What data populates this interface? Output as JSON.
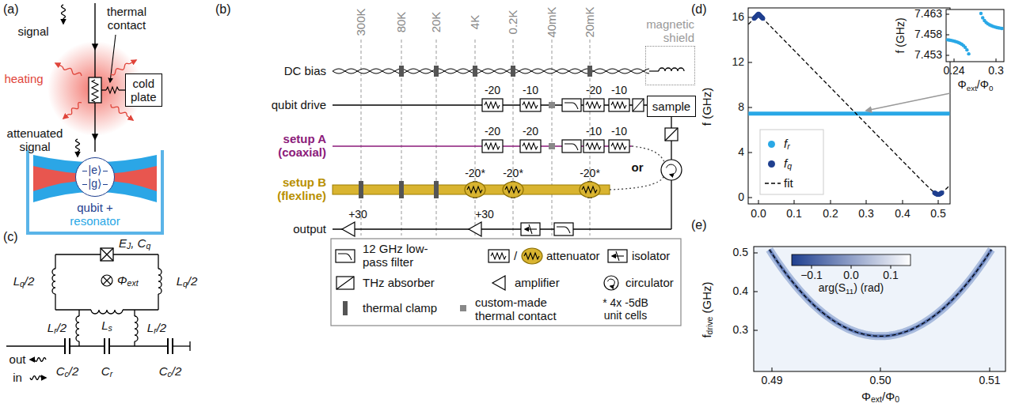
{
  "diagram": {
    "nodes": [
      {
        "text": [
          "cold plate"
        ]
      },
      {
        "text": [
          "|e⟩",
          "|g⟩"
        ]
      },
      {
        "text": [
          "magnetic shield"
        ]
      },
      {
        "text": [
          "sample"
        ]
      }
    ],
    "labels": [
      "(a)",
      "signal",
      "thermal contact",
      "heating",
      "attenuated signal",
      "qubit +",
      "resonator",
      "(b)",
      "300K",
      "80K",
      "20K",
      "4K",
      "0.2K",
      "40mK",
      "20mK",
      "DC bias",
      "qubit drive",
      "setup A (coaxial)",
      "setup B (flexline)",
      "output",
      "or",
      "-20",
      "-10",
      "-20",
      "-10",
      "-20",
      "-20",
      "-10",
      "-10",
      "-20*",
      "-20*",
      "-20*",
      "+30",
      "+30",
      "/",
      "* 4x -5dB unit cells",
      "(c)",
      "EJ, Cq",
      "Φext",
      "Lq/2",
      "Lq/2",
      "Lr/2",
      "Ls",
      "Lr/2",
      "out",
      "in",
      "Cc/2",
      "Cr",
      "Cc/2",
      "(d)",
      "16",
      "12",
      "8",
      "4",
      "0",
      "0.0",
      "0.1",
      "0.2",
      "0.3",
      "0.4",
      "0.5",
      "f (GHz)",
      "7.463",
      "7.458",
      "7.453",
      "f (GHz)",
      "0.24",
      "0.3",
      "Φext/Φ0",
      "(e)",
      "0.5",
      "0.4",
      "0.3",
      "fdrive (GHz)",
      "0.49",
      "0.50",
      "0.51",
      "Φext/Φ0",
      "−0.1",
      "0.0",
      "0.1",
      "arg(S11) (rad)"
    ],
    "legend": [
      {
        "text": "12 GHz low-pass filter"
      },
      {
        "text": "attenuator"
      },
      {
        "text": "isolator"
      },
      {
        "text": "THz absorber"
      },
      {
        "text": "amplifier"
      },
      {
        "text": "circulator"
      },
      {
        "text": "thermal clamp"
      },
      {
        "text": "custom-made thermal contact"
      },
      {
        "text": "fr",
        "color": "#29a8e6"
      },
      {
        "text": "fq",
        "color": "#1f3f8f"
      },
      {
        "text": "fit"
      }
    ]
  }
}
